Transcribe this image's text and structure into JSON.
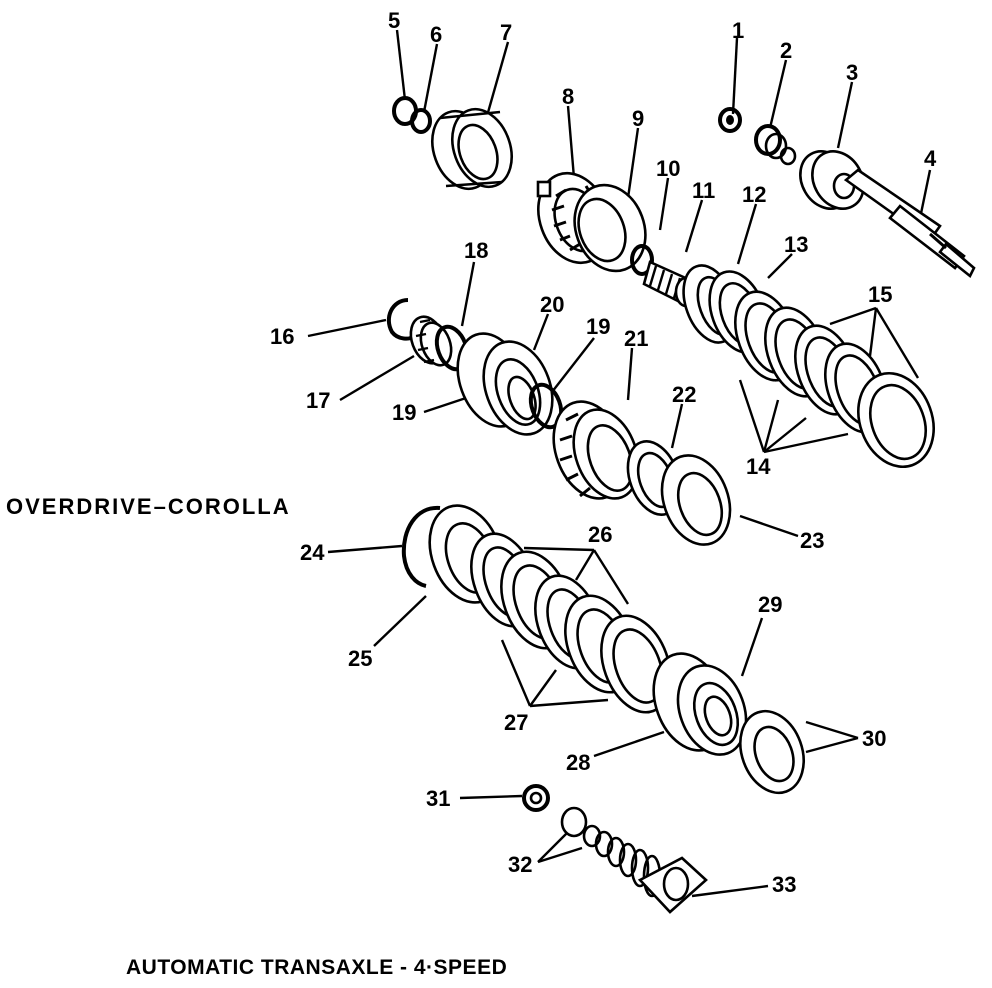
{
  "captions": {
    "side": "OVERDRIVE–COROLLA",
    "bottom": "AUTOMATIC TRANSAXLE - 4·SPEED"
  },
  "callouts": {
    "c1": "1",
    "c2": "2",
    "c3": "3",
    "c4": "4",
    "c5": "5",
    "c6": "6",
    "c7": "7",
    "c8": "8",
    "c9": "9",
    "c10": "10",
    "c11": "11",
    "c12": "12",
    "c13": "13",
    "c14": "14",
    "c15": "15",
    "c16": "16",
    "c17": "17",
    "c18": "18",
    "c19a": "19",
    "c19b": "19",
    "c20": "20",
    "c21": "21",
    "c22": "22",
    "c23": "23",
    "c24": "24",
    "c25": "25",
    "c26": "26",
    "c27": "27",
    "c28": "28",
    "c29": "29",
    "c30": "30",
    "c31": "31",
    "c32": "32",
    "c33": "33"
  }
}
